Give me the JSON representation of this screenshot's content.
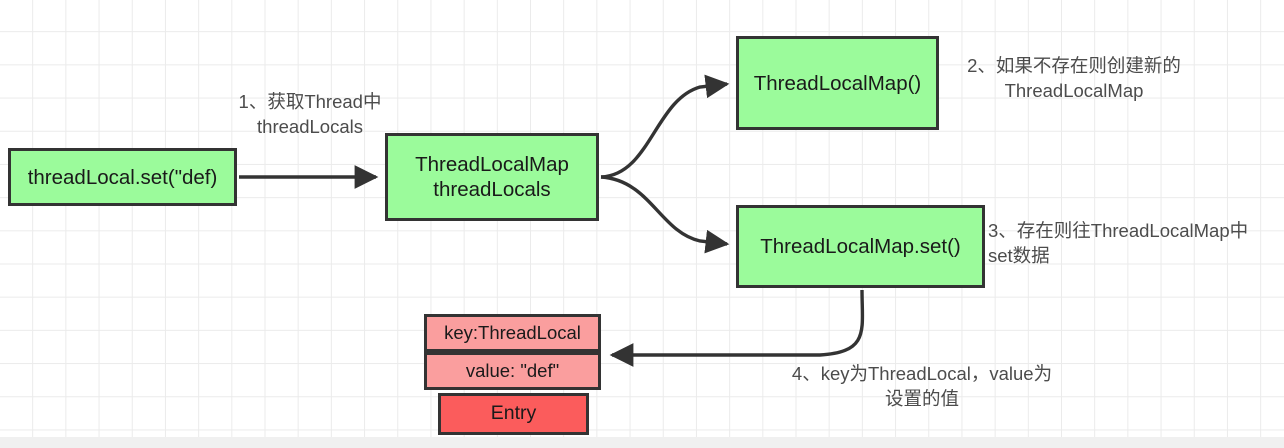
{
  "diagram": {
    "title": "ThreadLocal set flow",
    "colors": {
      "node_green": "#9bfb9b",
      "entry_cell_red": "#fa9e9e",
      "entry_foot_red": "#fb5c5c",
      "stroke": "#333333",
      "annotation_text": "#4c4c4c",
      "grid_line": "#ebebeb",
      "canvas": "#ffffff",
      "page_background": "#f0f0f0"
    },
    "nodes": {
      "thread_local_set": "threadLocal.set(\"def)",
      "thread_locals_map": "ThreadLocalMap\nthreadLocals",
      "thread_local_map_ctor": "ThreadLocalMap()",
      "thread_local_map_set": "ThreadLocalMap.set()",
      "entry_key": "key:ThreadLocal",
      "entry_value": "value: \"def\"",
      "entry_label": "Entry"
    },
    "annotations": {
      "step1": "1、获取Thread中\nthreadLocals",
      "step2": "2、如果不存在则创建新的\nThreadLocalMap",
      "step3": "3、存在则往ThreadLocalMap中\nset数据",
      "step4": "4、key为ThreadLocal，value为\n设置的值"
    }
  }
}
